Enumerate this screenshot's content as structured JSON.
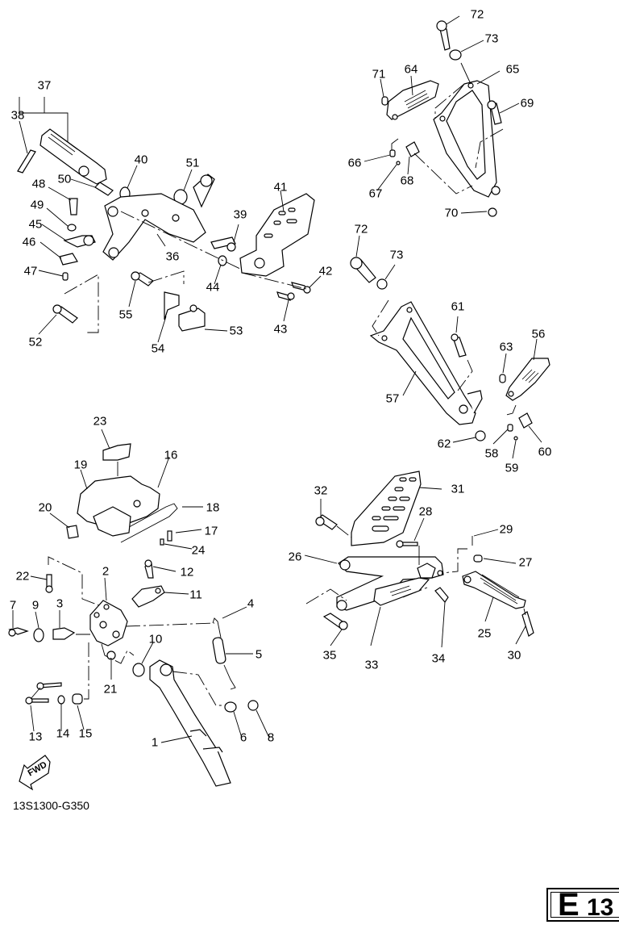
{
  "figure": {
    "code": "13S1300-G350",
    "page_badge_letter": "E",
    "page_badge_number": "13",
    "direction_indicator": "FWD"
  },
  "callouts": [
    {
      "id": "1",
      "label": "1"
    },
    {
      "id": "2",
      "label": "2"
    },
    {
      "id": "3",
      "label": "3"
    },
    {
      "id": "4",
      "label": "4"
    },
    {
      "id": "5",
      "label": "5"
    },
    {
      "id": "6",
      "label": "6"
    },
    {
      "id": "7",
      "label": "7"
    },
    {
      "id": "8",
      "label": "8"
    },
    {
      "id": "9",
      "label": "9"
    },
    {
      "id": "10",
      "label": "10"
    },
    {
      "id": "11",
      "label": "11"
    },
    {
      "id": "12",
      "label": "12"
    },
    {
      "id": "13",
      "label": "13"
    },
    {
      "id": "14",
      "label": "14"
    },
    {
      "id": "15",
      "label": "15"
    },
    {
      "id": "16",
      "label": "16"
    },
    {
      "id": "17",
      "label": "17"
    },
    {
      "id": "18",
      "label": "18"
    },
    {
      "id": "19",
      "label": "19"
    },
    {
      "id": "20",
      "label": "20"
    },
    {
      "id": "21",
      "label": "21"
    },
    {
      "id": "22",
      "label": "22"
    },
    {
      "id": "23",
      "label": "23"
    },
    {
      "id": "24",
      "label": "24"
    },
    {
      "id": "25",
      "label": "25"
    },
    {
      "id": "26",
      "label": "26"
    },
    {
      "id": "27",
      "label": "27"
    },
    {
      "id": "28",
      "label": "28"
    },
    {
      "id": "29",
      "label": "29"
    },
    {
      "id": "30",
      "label": "30"
    },
    {
      "id": "31",
      "label": "31"
    },
    {
      "id": "32",
      "label": "32"
    },
    {
      "id": "33",
      "label": "33"
    },
    {
      "id": "34",
      "label": "34"
    },
    {
      "id": "35",
      "label": "35"
    },
    {
      "id": "36",
      "label": "36"
    },
    {
      "id": "37",
      "label": "37"
    },
    {
      "id": "38",
      "label": "38"
    },
    {
      "id": "39",
      "label": "39"
    },
    {
      "id": "40",
      "label": "40"
    },
    {
      "id": "41",
      "label": "41"
    },
    {
      "id": "42",
      "label": "42"
    },
    {
      "id": "43",
      "label": "43"
    },
    {
      "id": "44",
      "label": "44"
    },
    {
      "id": "45",
      "label": "45"
    },
    {
      "id": "46",
      "label": "46"
    },
    {
      "id": "47",
      "label": "47"
    },
    {
      "id": "48",
      "label": "48"
    },
    {
      "id": "49",
      "label": "49"
    },
    {
      "id": "50",
      "label": "50"
    },
    {
      "id": "51",
      "label": "51"
    },
    {
      "id": "52",
      "label": "52"
    },
    {
      "id": "53",
      "label": "53"
    },
    {
      "id": "54",
      "label": "54"
    },
    {
      "id": "55",
      "label": "55"
    },
    {
      "id": "56",
      "label": "56"
    },
    {
      "id": "57",
      "label": "57"
    },
    {
      "id": "58",
      "label": "58"
    },
    {
      "id": "59",
      "label": "59"
    },
    {
      "id": "60",
      "label": "60"
    },
    {
      "id": "61",
      "label": "61"
    },
    {
      "id": "62",
      "label": "62"
    },
    {
      "id": "63",
      "label": "63"
    },
    {
      "id": "64",
      "label": "64"
    },
    {
      "id": "65",
      "label": "65"
    },
    {
      "id": "66",
      "label": "66"
    },
    {
      "id": "67",
      "label": "67"
    },
    {
      "id": "68",
      "label": "68"
    },
    {
      "id": "69",
      "label": "69"
    },
    {
      "id": "70",
      "label": "70"
    },
    {
      "id": "71",
      "label": "71"
    },
    {
      "id": "72a",
      "label": "72"
    },
    {
      "id": "73a",
      "label": "73"
    },
    {
      "id": "72b",
      "label": "72"
    },
    {
      "id": "73b",
      "label": "73"
    }
  ]
}
